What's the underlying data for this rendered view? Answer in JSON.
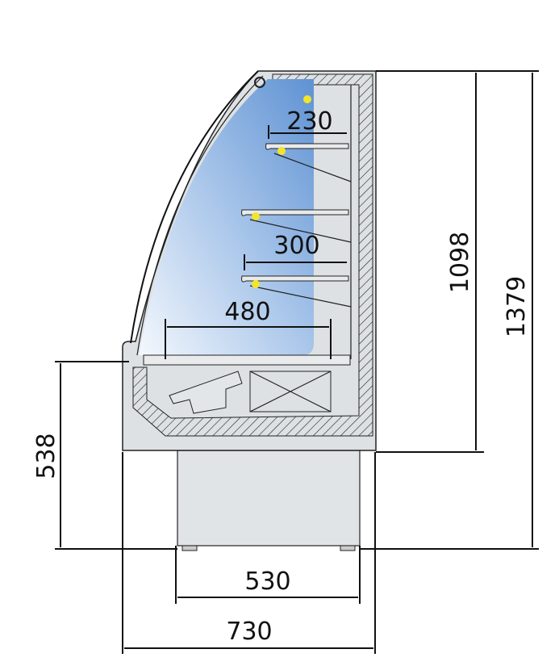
{
  "diagram": {
    "type": "cross-section",
    "colors": {
      "glass": "#7fa9dc",
      "cabinet": "#dde1e3",
      "light": "#f2e52a",
      "line": "#111111"
    },
    "dimensions": {
      "overall_height": "1379",
      "display_height": "1098",
      "base_height": "538",
      "base_depth": "530",
      "overall_depth": "730",
      "deck_depth": "480",
      "shelf_depth_mid": "300",
      "shelf_depth_top": "230"
    }
  }
}
